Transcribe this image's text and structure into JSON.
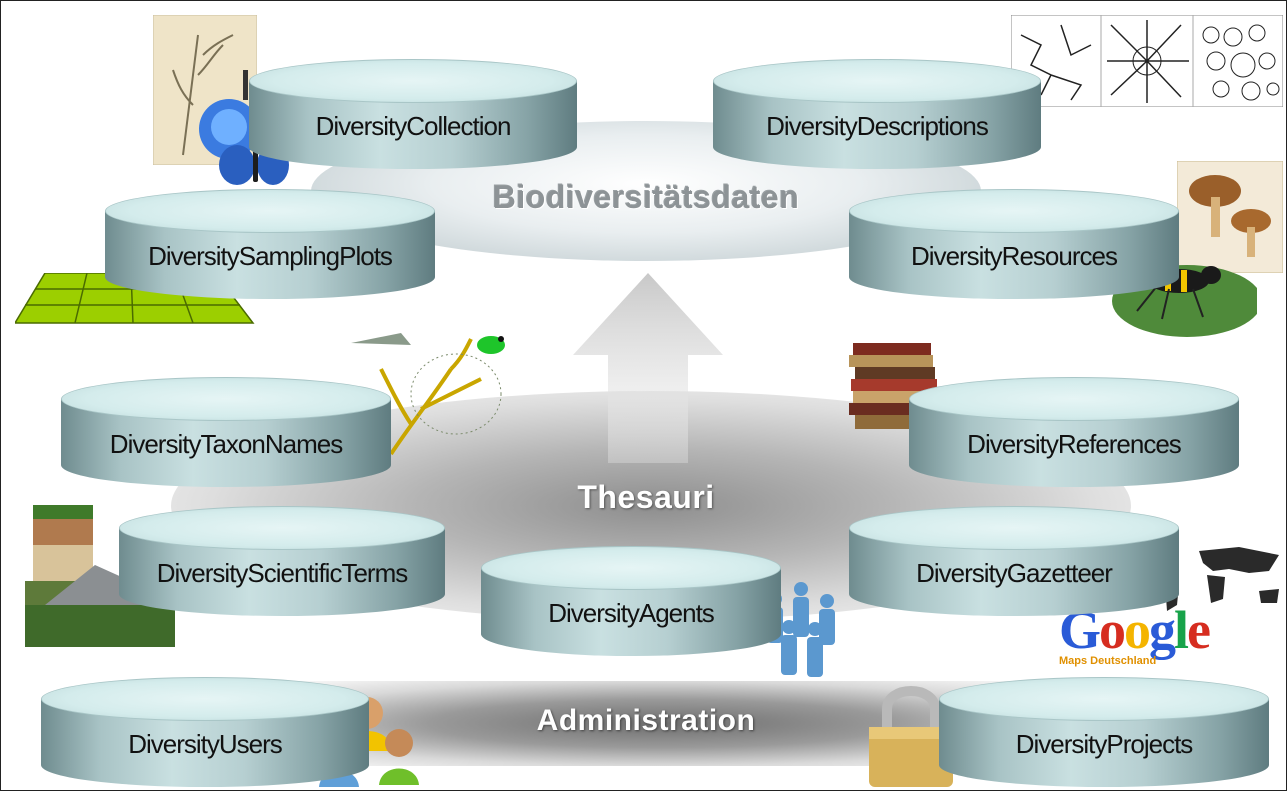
{
  "layers": {
    "biodiversity": "Biodiversitätsdaten",
    "thesauri": "Thesauri",
    "administration": "Administration"
  },
  "databases": {
    "collection": "DiversityCollection",
    "descriptions": "DiversityDescriptions",
    "sampling_plots": "DiversitySamplingPlots",
    "resources": "DiversityResources",
    "taxon_names": "DiversityTaxonNames",
    "references": "DiversityReferences",
    "scientific_terms": "DiversityScientificTerms",
    "gazetteer": "DiversityGazetteer",
    "agents": "DiversityAgents",
    "users": "DiversityUsers",
    "projects": "DiversityProjects"
  },
  "logos": {
    "google": "Google",
    "google_sub": "Maps Deutschland"
  },
  "colors": {
    "cylinder": "#a8c3c5",
    "cylinder_top": "#d4ecec"
  }
}
